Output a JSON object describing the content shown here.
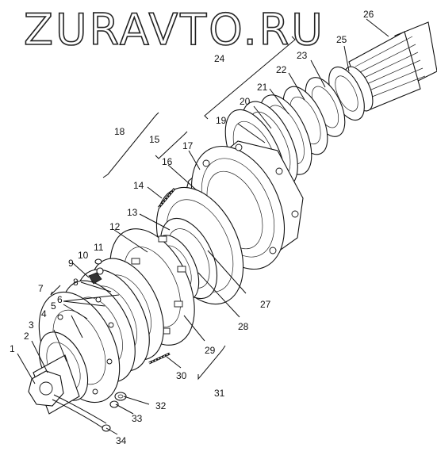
{
  "watermark": "ZURAVTO.RU",
  "callouts": [
    "1",
    "2",
    "3",
    "4",
    "5",
    "6",
    "7",
    "8",
    "9",
    "10",
    "11",
    "12",
    "13",
    "14",
    "15",
    "16",
    "17",
    "18",
    "19",
    "20",
    "21",
    "22",
    "23",
    "24",
    "25",
    "26",
    "27",
    "28",
    "29",
    "30",
    "31",
    "32",
    "33",
    "34"
  ]
}
